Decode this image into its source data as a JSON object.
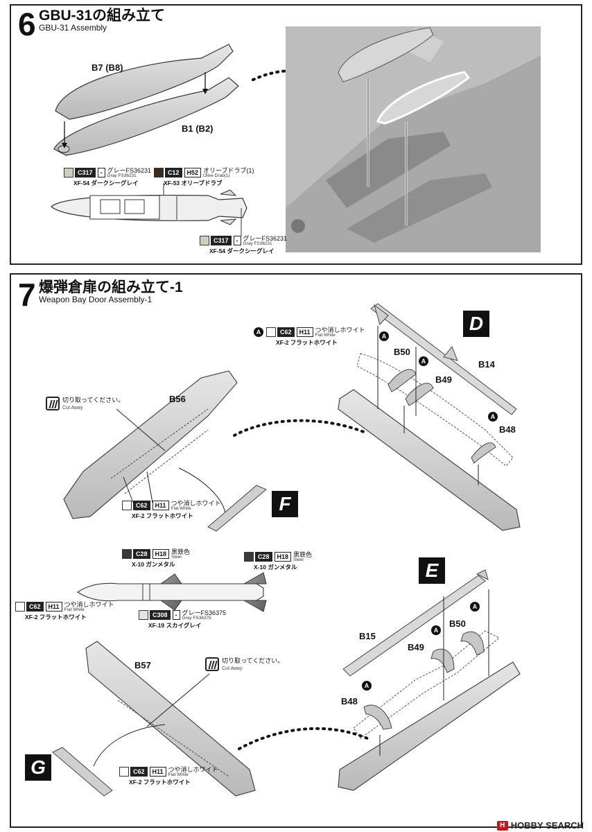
{
  "step6": {
    "number": "6",
    "title": "GBU-31の組み立て",
    "subtitle": "GBU-31 Assembly",
    "parts": {
      "upper": "B7 (B8)",
      "lower": "B1 (B2)"
    },
    "paint_body": {
      "color": "#c9d2bf",
      "code": "C317",
      "code2": "-",
      "jp": "グレーFS36231",
      "en": "Gray FS36231",
      "sub": "XF-54 ダークシーグレイ"
    },
    "paint_band": {
      "color": "#3b2a1e",
      "code": "C12",
      "code2": "H52",
      "jp": "オリーブドラブ(1)",
      "en": "Olive Drab(1)",
      "sub": "XF-53 オリーブドラブ"
    },
    "paint_tail": {
      "color": "#c9d2bf",
      "code": "C317",
      "code2": "-",
      "jp": "グレーFS36231",
      "en": "Gray FS36231",
      "sub": "XF-54 ダークシーグレイ"
    }
  },
  "step7": {
    "number": "7",
    "title": "爆弾倉扉の組み立て-1",
    "subtitle": "Weapon Bay Door Assembly-1",
    "paint_a": {
      "marker": "A",
      "color": "#ffffff",
      "code": "C62",
      "code2": "H11",
      "jp": "つや消しホワイト",
      "en": "Flat White",
      "sub": "XF-2 フラットホワイト"
    },
    "paint_door_f": {
      "color": "#ffffff",
      "code": "C62",
      "code2": "H11",
      "jp": "つや消しホワイト",
      "en": "Flat White",
      "sub": "XF-2 フラットホワイト"
    },
    "paint_fin_1": {
      "color": "#3a3a3a",
      "code": "C28",
      "code2": "H18",
      "jp": "黒鉄色",
      "en": "Steel",
      "sub": "X-10 ガンメタル"
    },
    "paint_fin_2": {
      "color": "#3a3a3a",
      "code": "C28",
      "code2": "H18",
      "jp": "黒鉄色",
      "en": "Steel",
      "sub": "X-10 ガンメタル"
    },
    "paint_nose": {
      "color": "#ffffff",
      "code": "C62",
      "code2": "H11",
      "jp": "つや消しホワイト",
      "en": "Flat White",
      "sub": "XF-2 フラットホワイト"
    },
    "paint_band": {
      "color": "#e4e4e4",
      "code": "C308",
      "code2": "-",
      "jp": "グレーFS36375",
      "en": "Gray FS36375",
      "sub": "XF-19 スカイグレイ"
    },
    "paint_door_g": {
      "color": "#ffffff",
      "code": "C62",
      "code2": "H11",
      "jp": "つや消しホワイト",
      "en": "Flat White",
      "sub": "XF-2 フラットホワイト"
    },
    "cut_1": {
      "jp": "切り取ってください。",
      "en": "Cut Away"
    },
    "cut_2": {
      "jp": "切り取ってください。",
      "en": "Cut Away"
    },
    "views": {
      "d": "D",
      "e": "E",
      "f": "F",
      "g": "G"
    },
    "parts": {
      "b56": "B56",
      "b57": "B57",
      "b14": "B14",
      "b15": "B15",
      "b48a": "B48",
      "b49a": "B49",
      "b50a": "B50",
      "b48b": "B48",
      "b49b": "B49",
      "b50b": "B50"
    },
    "marker": "A"
  },
  "watermark": {
    "logo": "H",
    "text": "HOBBY SEARCH"
  }
}
